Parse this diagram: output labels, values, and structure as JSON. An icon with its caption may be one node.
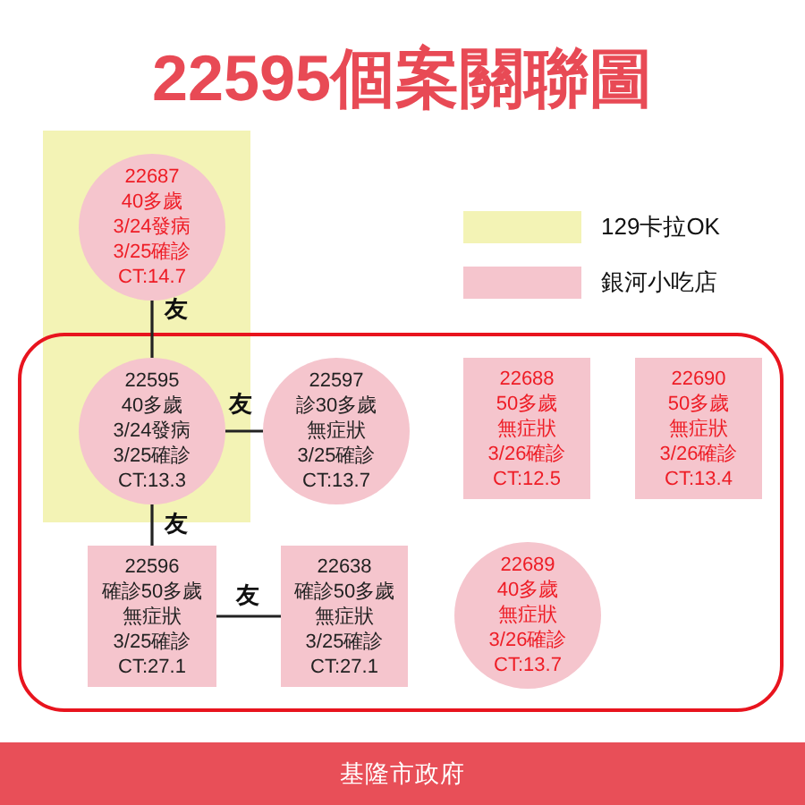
{
  "diagram": {
    "title": "22595個案關聯圖",
    "nodes": [
      {
        "text": [],
        "shape": "band"
      },
      {
        "text": [
          "22687",
          "40多歲",
          "3/24發病",
          "3/25確診",
          "CT:14.7"
        ],
        "in": 0
      },
      {
        "text": [],
        "shape": "box"
      },
      {
        "text": [
          "22595",
          "40多歲",
          "3/24發病",
          "3/25確診",
          "CT:13.3"
        ]
      },
      {
        "text": [
          "22597",
          "診30多歲",
          "無症狀",
          "3/25確診",
          "CT:13.7"
        ],
        "in": 2
      },
      {
        "text": [
          "22688",
          "50多歲",
          "無症狀",
          "3/26確診",
          "CT:12.5"
        ],
        "in": 2
      },
      {
        "text": [
          "22690",
          "50多歲",
          "無症狀",
          "3/26確診",
          "CT:13.4"
        ],
        "in": 2
      },
      {
        "text": [
          "22596",
          "確診50多歲",
          "無症狀",
          "3/25確診",
          "CT:27.1"
        ],
        "in": 2
      },
      {
        "text": [
          "22638",
          "確診50多歲",
          "無症狀",
          "3/25確診",
          "CT:27.1"
        ],
        "in": 2
      },
      {
        "text": [
          "22689",
          "40多歲",
          "無症狀",
          "3/26確診",
          "CT:13.7"
        ],
        "in": 2
      }
    ],
    "edges": [
      {
        "from": 1,
        "to": 3,
        "arrow": "none",
        "label": "友"
      },
      {
        "from": 3,
        "to": 4,
        "arrow": "none",
        "label": "友"
      },
      {
        "from": 3,
        "to": 7,
        "arrow": "none",
        "label": "友"
      },
      {
        "from": 7,
        "to": 8,
        "arrow": "none",
        "label": "友"
      }
    ],
    "labels": [
      "基隆市政府"
    ],
    "legend": [
      {
        "text": "129卡拉OK",
        "color": "#f3f3b5"
      },
      {
        "text": "銀河小吃店",
        "color": "#f5c5cd"
      }
    ]
  }
}
